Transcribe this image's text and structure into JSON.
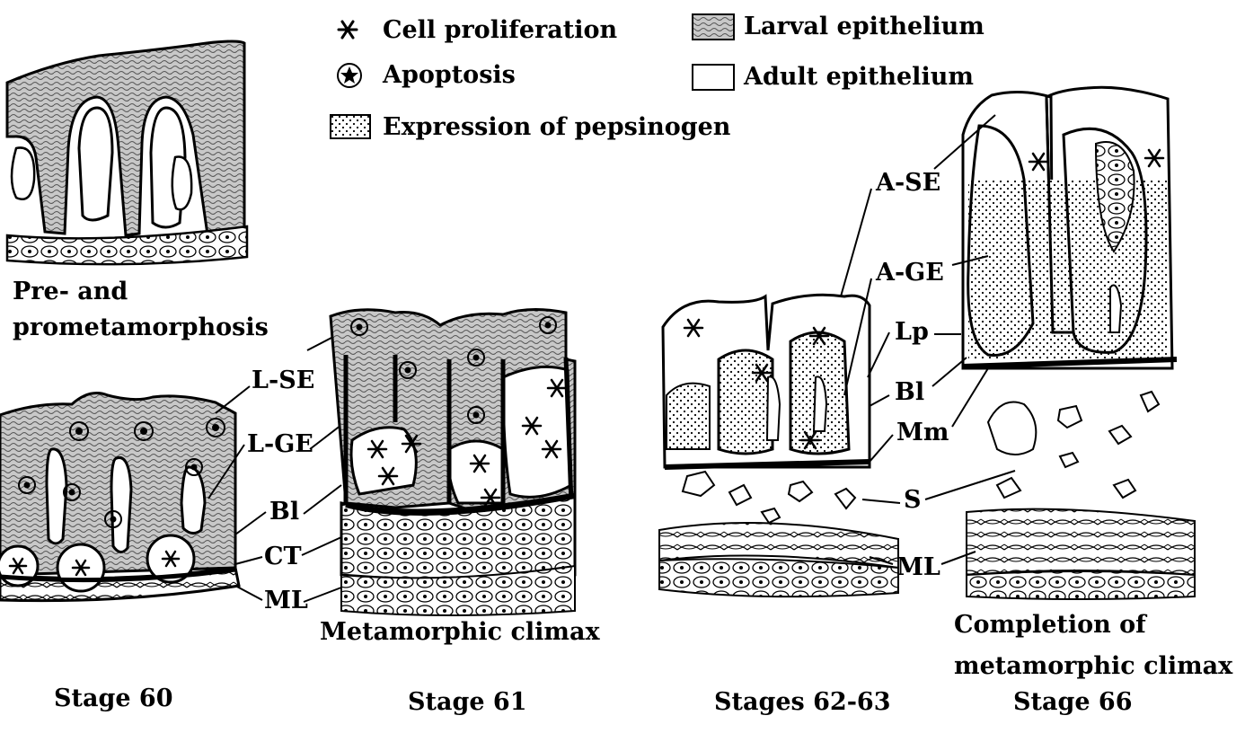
{
  "legend": {
    "cell_proliferation": "Cell proliferation",
    "apoptosis": "Apoptosis",
    "pepsinogen": "Expression of pepsinogen",
    "larval_epithelium": "Larval epithelium",
    "adult_epithelium": "Adult epithelium"
  },
  "panels": {
    "pre": {
      "line1": "Pre- and",
      "line2": "prometamorphosis"
    },
    "stage60": {
      "stage": "Stage 60"
    },
    "stage61": {
      "caption": "Metamorphic climax",
      "stage": "Stage 61"
    },
    "stage6263": {
      "stage": "Stages 62-63"
    },
    "stage66": {
      "caption_line1": "Completion of",
      "caption_line2": "metamorphic climax",
      "stage": "Stage 66"
    }
  },
  "labels": {
    "lse": "L-SE",
    "lge": "L-GE",
    "bl1": "Bl",
    "ct": "CT",
    "ml1": "ML",
    "ase": "A-SE",
    "age": "A-GE",
    "lp": "Lp",
    "bl2": "Bl",
    "mm": "Mm",
    "s": "S",
    "ml2": "ML"
  },
  "colors": {
    "ink": "#000000",
    "paper": "#ffffff",
    "larval_fill": "#b9b9b9"
  }
}
